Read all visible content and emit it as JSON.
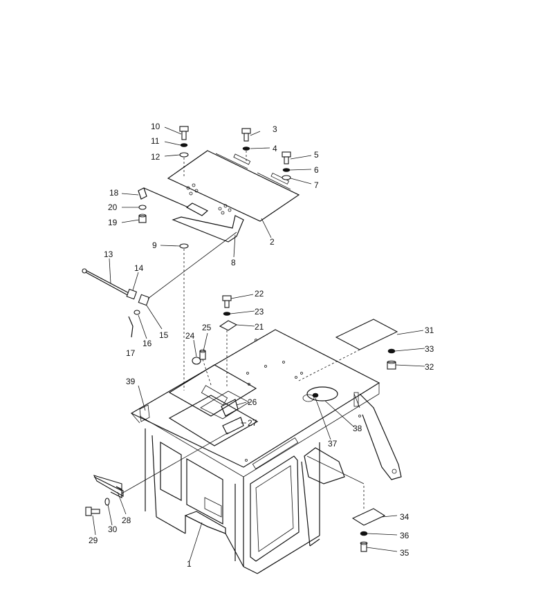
{
  "labels": [
    {
      "id": "1",
      "text": "1"
    },
    {
      "id": "2",
      "text": "2"
    },
    {
      "id": "3",
      "text": "3"
    },
    {
      "id": "4",
      "text": "4"
    },
    {
      "id": "5",
      "text": "5"
    },
    {
      "id": "6",
      "text": "6"
    },
    {
      "id": "7",
      "text": "7"
    },
    {
      "id": "8",
      "text": "8"
    },
    {
      "id": "9",
      "text": "9"
    },
    {
      "id": "10",
      "text": "10"
    },
    {
      "id": "11",
      "text": "11"
    },
    {
      "id": "12",
      "text": "12"
    },
    {
      "id": "13",
      "text": "13"
    },
    {
      "id": "14",
      "text": "14"
    },
    {
      "id": "15",
      "text": "15"
    },
    {
      "id": "16",
      "text": "16"
    },
    {
      "id": "17",
      "text": "17"
    },
    {
      "id": "18",
      "text": "18"
    },
    {
      "id": "19",
      "text": "19"
    },
    {
      "id": "20",
      "text": "20"
    },
    {
      "id": "21",
      "text": "21"
    },
    {
      "id": "22",
      "text": "22"
    },
    {
      "id": "23",
      "text": "23"
    },
    {
      "id": "24",
      "text": "24"
    },
    {
      "id": "25",
      "text": "25"
    },
    {
      "id": "26",
      "text": "26"
    },
    {
      "id": "27",
      "text": "27"
    },
    {
      "id": "28",
      "text": "28"
    },
    {
      "id": "29",
      "text": "29"
    },
    {
      "id": "30",
      "text": "30"
    },
    {
      "id": "31",
      "text": "31"
    },
    {
      "id": "32",
      "text": "32"
    },
    {
      "id": "33",
      "text": "33"
    },
    {
      "id": "34",
      "text": "34"
    },
    {
      "id": "35",
      "text": "35"
    },
    {
      "id": "36",
      "text": "36"
    },
    {
      "id": "37",
      "text": "37"
    },
    {
      "id": "38",
      "text": "38"
    },
    {
      "id": "39",
      "text": "39"
    }
  ]
}
